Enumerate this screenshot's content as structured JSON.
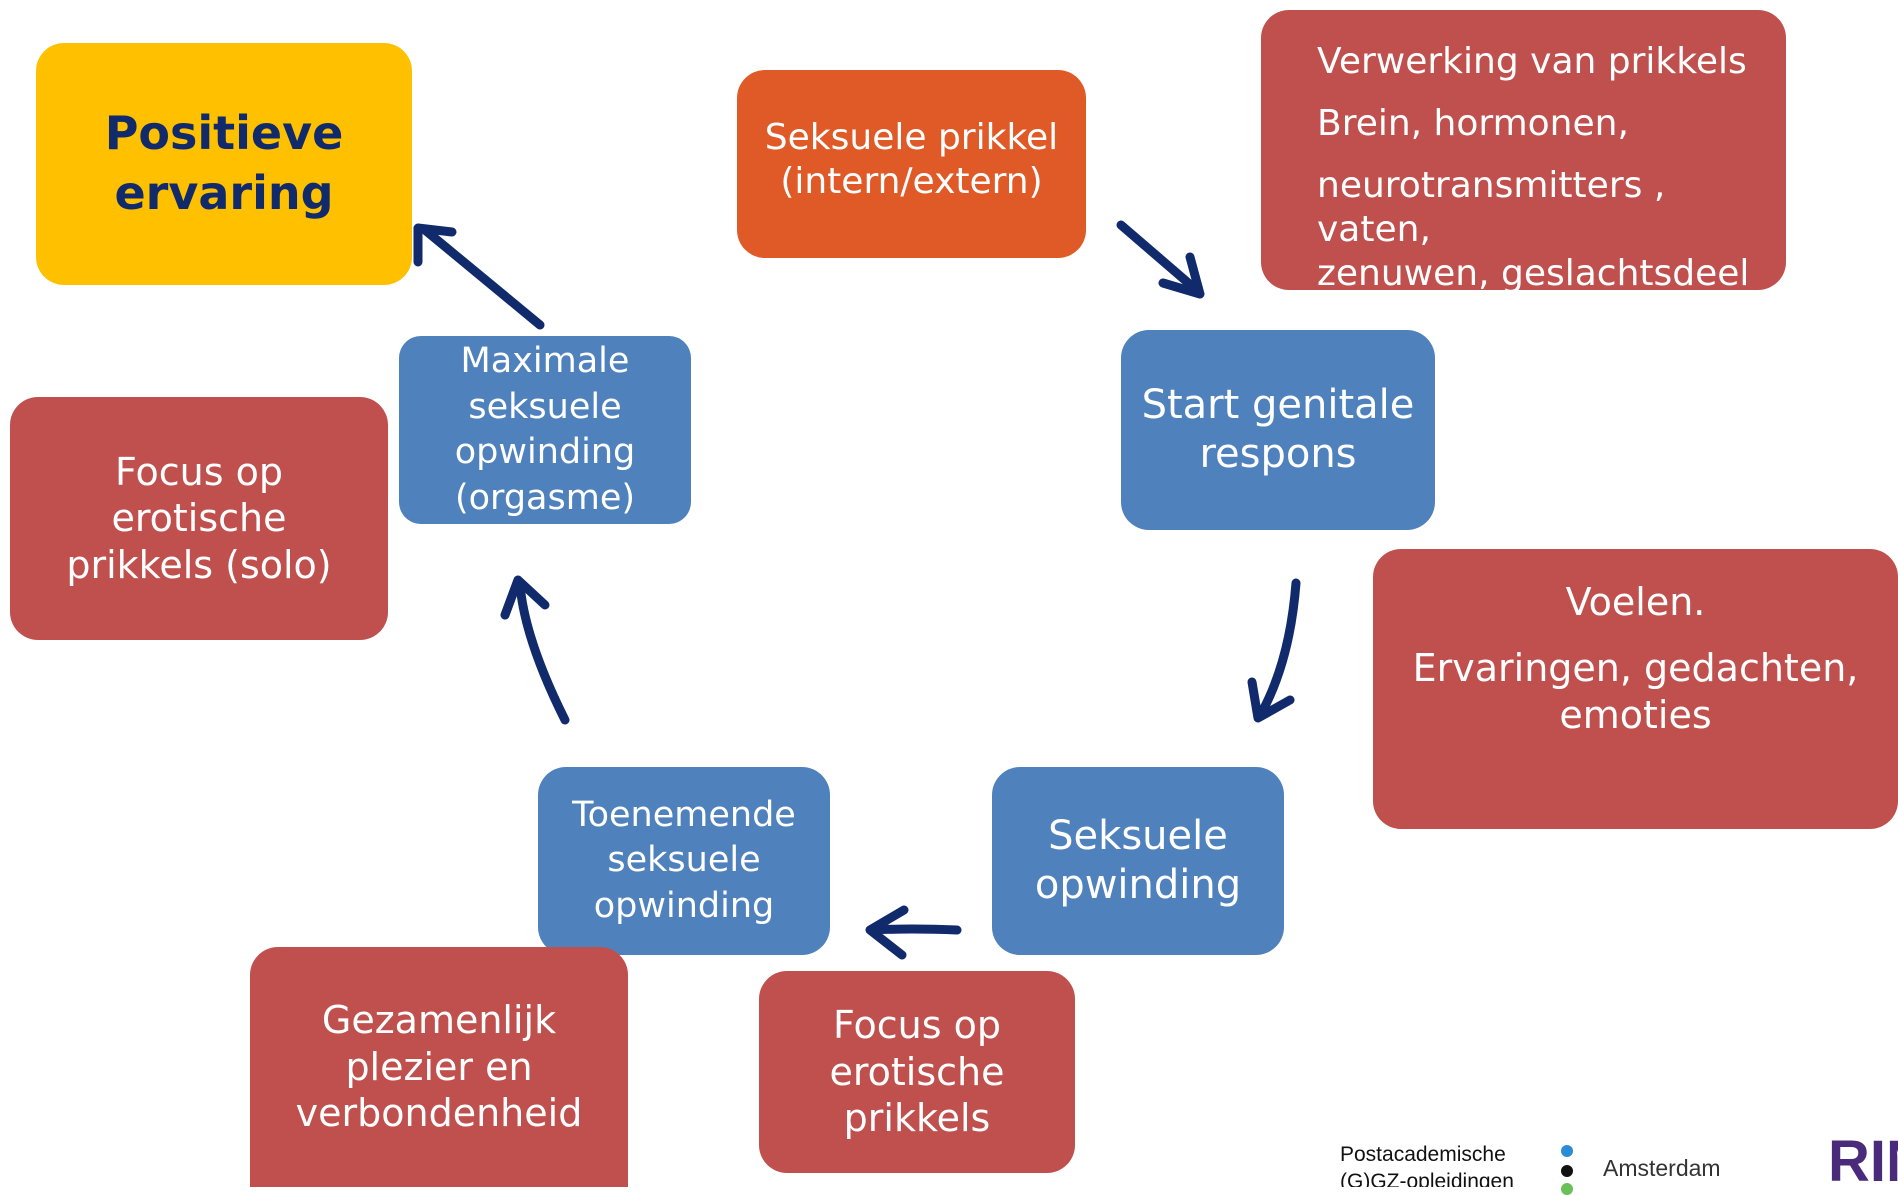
{
  "boxes": {
    "positive": [
      "Positieve",
      "ervaring"
    ],
    "stimulus": [
      "Seksuele prikkel",
      "(intern/extern)"
    ],
    "processing": [
      "Verwerking van prikkels",
      "Brein, hormonen,",
      "neurotransmitters , vaten,",
      "zenuwen, geslachtsdeel"
    ],
    "start": [
      "Start genitale",
      "respons"
    ],
    "feeling": [
      "Voelen.",
      "Ervaringen, gedachten,",
      "emoties"
    ],
    "arousal": [
      "Seksuele",
      "opwinding"
    ],
    "increasing": [
      "Toenemende",
      "seksuele",
      "opwinding"
    ],
    "maximal": [
      "Maximale",
      "seksuele",
      "opwinding",
      "(orgasme)"
    ],
    "focus_solo": [
      "Focus op",
      "erotische",
      "prikkels (solo)"
    ],
    "together": [
      "Gezamenlijk",
      "plezier en",
      "verbondenheid"
    ],
    "focus": [
      "Focus op",
      "erotische",
      "prikkels"
    ]
  },
  "footer": {
    "org_line1": "Postacademische",
    "org_line2": "(G)GZ-opleidingen",
    "city": "Amsterdam",
    "logo": "RIN"
  },
  "colors": {
    "yellow": "#ffc000",
    "orange": "#e05a28",
    "red": "#c0504d",
    "blue": "#4f81bd",
    "arrow": "#112a6b"
  }
}
